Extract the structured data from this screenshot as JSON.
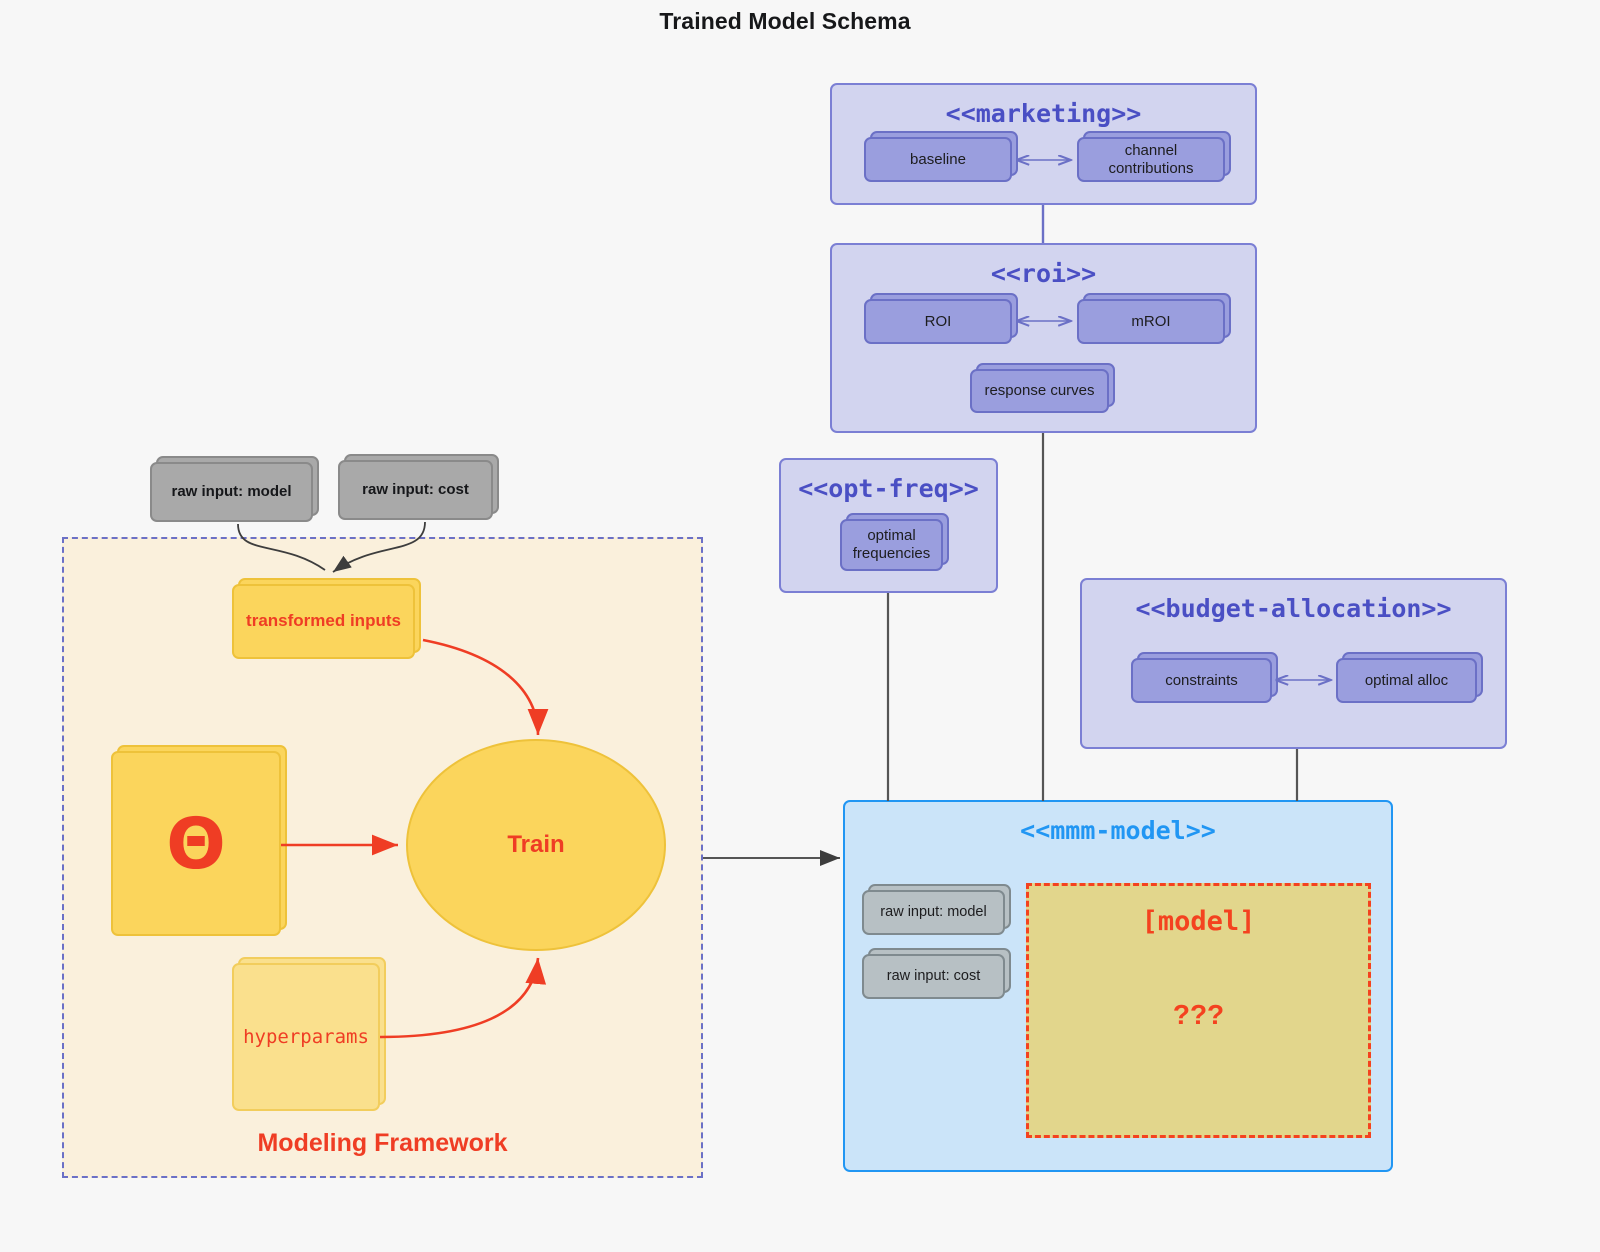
{
  "title": "Trained Model Schema",
  "packages": {
    "marketing": {
      "stereotype": "<<marketing>>",
      "nodes": [
        {
          "label": "baseline"
        },
        {
          "label": "channel contributions"
        }
      ]
    },
    "roi": {
      "stereotype": "<<roi>>",
      "nodes": [
        {
          "label": "ROI"
        },
        {
          "label": "mROI"
        },
        {
          "label": "response curves"
        }
      ]
    },
    "opt_freq": {
      "stereotype": "<<opt-freq>>",
      "nodes": [
        {
          "label": "optimal frequencies"
        }
      ]
    },
    "budget_allocation": {
      "stereotype": "<<budget-allocation>>",
      "nodes": [
        {
          "label": "constraints"
        },
        {
          "label": "optimal alloc"
        }
      ]
    },
    "mmm_model": {
      "stereotype": "<<mmm-model>>",
      "inputs": [
        {
          "label": "raw input: model"
        },
        {
          "label": "raw input: cost"
        }
      ],
      "model_box": {
        "title": "[model]",
        "unknown": "???"
      }
    }
  },
  "framework": {
    "label": "Modeling Framework",
    "raw_inputs": [
      {
        "label": "raw input: model"
      },
      {
        "label": "raw input: cost"
      }
    ],
    "transformed_inputs": {
      "label": "transformed inputs"
    },
    "theta": {
      "label": "Θ"
    },
    "hyperparams": {
      "label": "hyperparams"
    },
    "train": {
      "label": "Train"
    }
  },
  "colors": {
    "background": "#f7f7f7",
    "package_fill": "#d2d4ef",
    "package_border": "#7b7fd4",
    "package_title": "#4a4fc4",
    "node_purple_fill": "#9a9ede",
    "node_purple_border": "#6b70c6",
    "node_grey_fill": "#a9a9a9",
    "node_grey_border": "#8a8a8a",
    "node_grey_light_fill": "#b7c0c4",
    "yellow_fill": "#fbd55c",
    "yellow_border": "#eec23a",
    "yellow_soft_fill": "#fae08d",
    "accent_red": "#ef3d24",
    "model_box_fill": "#e2d68c",
    "model_box_border": "#f4421f",
    "mmm_fill": "#cbe4f9",
    "mmm_border": "#2196f3",
    "framework_fill": "#faf0dc",
    "framework_border": "#6b70c6",
    "edge_grey": "#555555"
  }
}
